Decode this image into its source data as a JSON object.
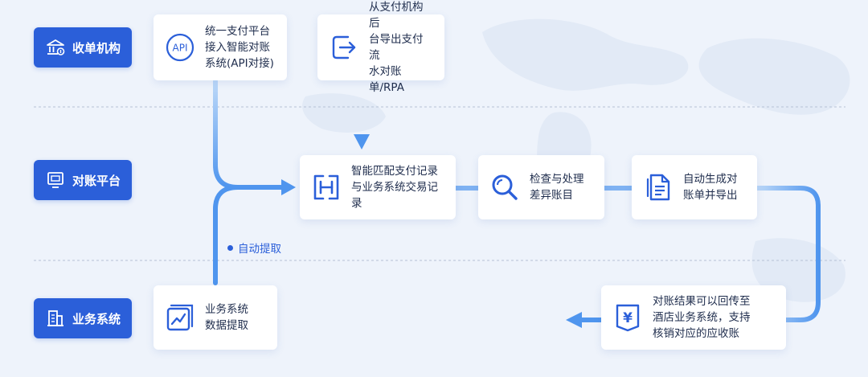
{
  "lanes": {
    "acquirer": "收单机构",
    "platform": "对账平台",
    "business": "业务系统"
  },
  "nodes": {
    "api": {
      "icon_text": "API",
      "text": "统一支付平台\n接入智能对账\n系统(API对接)"
    },
    "export": {
      "text": "从支付机构后\n台导出支付流\n水对账单/RPA"
    },
    "match": {
      "text": "智能匹配支付记录\n与业务系统交易记录"
    },
    "check": {
      "text": "检查与处理\n差异账目"
    },
    "generate": {
      "text": "自动生成对\n账单并导出"
    },
    "extract": {
      "text": "业务系统\n数据提取"
    },
    "feedback": {
      "icon_text": "¥",
      "text": "对账结果可以回传至\n酒店业务系统，支持\n核销对应的应收账"
    }
  },
  "auto_extract_label": "自动提取",
  "colors": {
    "accent": "#2b5fd9",
    "arrow": "#4f95ee",
    "background": "#eef3fb"
  }
}
